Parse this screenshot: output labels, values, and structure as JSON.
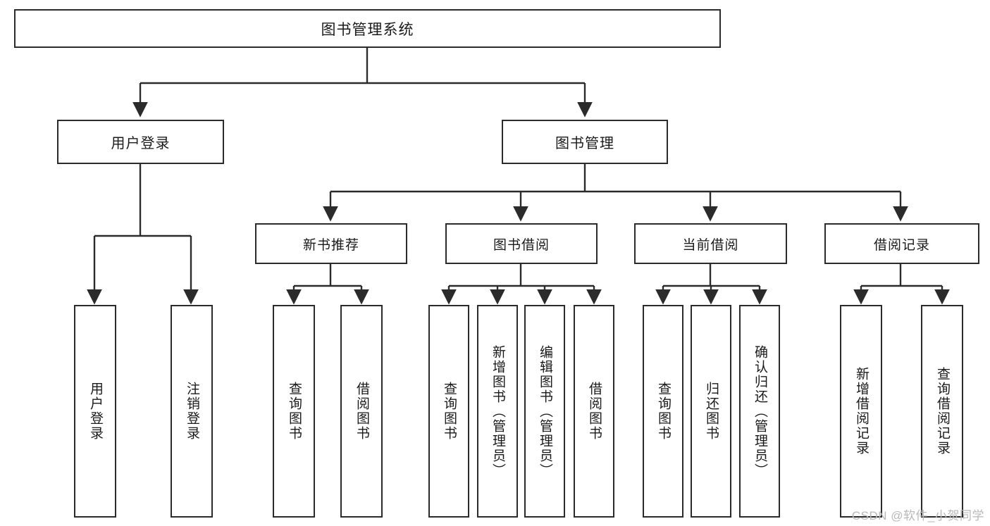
{
  "diagram": {
    "title": "图书管理系统",
    "type": "tree",
    "watermark": "CSDN @软件_小贺同学",
    "colors": {
      "background": "#ffffff",
      "node_border": "#2b2b2b",
      "node_fill": "#ffffff",
      "edge": "#2b2b2b",
      "text": "#1a1a1a",
      "watermark": "#b8b8b8"
    },
    "root": {
      "label": "图书管理系统"
    },
    "level2": [
      {
        "label": "用户登录"
      },
      {
        "label": "图书管理"
      }
    ],
    "level3": [
      {
        "label": "新书推荐"
      },
      {
        "label": "图书借阅"
      },
      {
        "label": "当前借阅"
      },
      {
        "label": "借阅记录"
      }
    ],
    "leaves": {
      "user_login": [
        {
          "label": "用户登录"
        },
        {
          "label": "注销登录"
        }
      ],
      "new_book_recommend": [
        {
          "label": "查询图书"
        },
        {
          "label": "借阅图书"
        }
      ],
      "book_borrow": [
        {
          "label": "查询图书"
        },
        {
          "label": "新增图书（管理员）"
        },
        {
          "label": "编辑图书（管理员）"
        },
        {
          "label": "借阅图书"
        }
      ],
      "current_borrow": [
        {
          "label": "查询图书"
        },
        {
          "label": "归还图书"
        },
        {
          "label": "确认归还（管理员）"
        }
      ],
      "borrow_record": [
        {
          "label": "新增借阅记录"
        },
        {
          "label": "查询借阅记录"
        }
      ]
    }
  }
}
